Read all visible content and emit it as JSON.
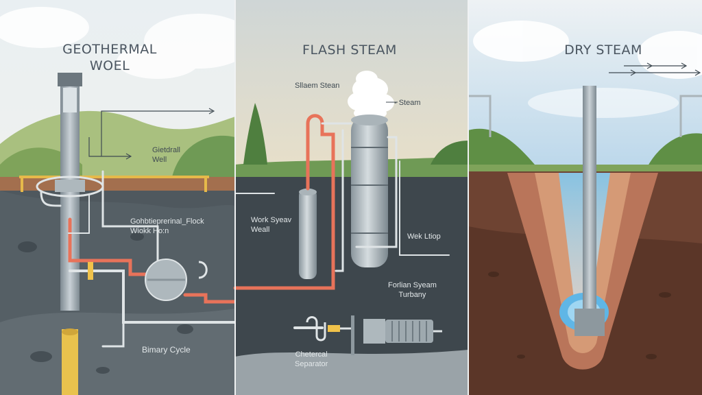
{
  "panels": {
    "geothermal": {
      "title_line1": "GEOTHERMAL",
      "title_line2": "WOEL",
      "label_well_line1": "Gietdrall",
      "label_well_line2": "Well",
      "label_flock_line1": "Gohbtieprerinal_Flock",
      "label_flock_line2": "Wiokk Ho:n",
      "label_binary": "Bimary Cycle"
    },
    "flash": {
      "title": "FLASH STEAM",
      "label_slaem": "Sllaem Stean",
      "label_steam": "- Steam",
      "label_work_line1": "Work Syeav",
      "label_work_line2": "Weall",
      "label_wek": "Wek Ltiop",
      "label_forlian_line1": "Forlian Syeam",
      "label_forlian_line2": "Turbany",
      "label_chet_line1": "Chetercal",
      "label_chet_line2": "Separator"
    },
    "dry": {
      "title": "DRY STEAM"
    }
  },
  "colors": {
    "pipe_hot": "#e8735a",
    "pipe_cold": "#dfe4e6",
    "valve": "#f0c24a",
    "soil_dark": "#4d565c",
    "soil_brown": "#7a4a35",
    "water": "#5fb6e6"
  }
}
